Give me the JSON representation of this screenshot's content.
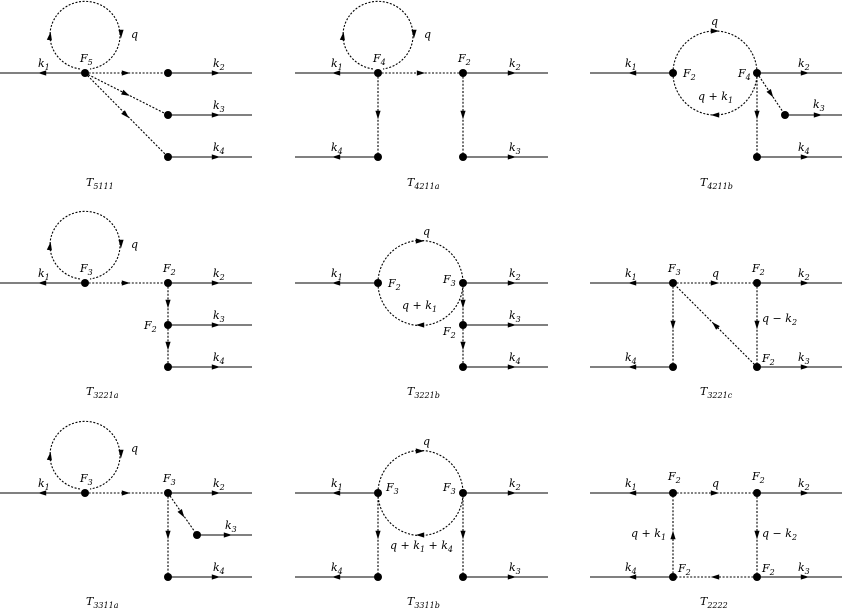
{
  "panels": [
    {
      "id": "T5111",
      "caption": "T5111",
      "loop_label": "q",
      "vertex": "F5",
      "legs": [
        "k1",
        "k2",
        "k3",
        "k4"
      ]
    },
    {
      "id": "T4211a",
      "caption": "T4211a",
      "loop_label": "q",
      "vertices": [
        "F4",
        "F2"
      ],
      "legs": [
        "k1",
        "k2",
        "k4",
        "k3"
      ]
    },
    {
      "id": "T4211b",
      "caption": "T4211b",
      "loop_labels": [
        "q",
        "q + k1"
      ],
      "vertices": [
        "F2",
        "F4"
      ],
      "legs": [
        "k1",
        "k2",
        "k3",
        "k4"
      ]
    },
    {
      "id": "T3221a",
      "caption": "T3221a",
      "loop_label": "q",
      "vertices": [
        "F3",
        "F2",
        "F2"
      ],
      "legs": [
        "k1",
        "k2",
        "k3",
        "k4"
      ]
    },
    {
      "id": "T3221b",
      "caption": "T3221b",
      "loop_labels": [
        "q",
        "q + k1"
      ],
      "vertices": [
        "F2",
        "F3",
        "F2"
      ],
      "legs": [
        "k1",
        "k2",
        "k3",
        "k4"
      ]
    },
    {
      "id": "T3221c",
      "caption": "T3221c",
      "line_labels": [
        "q",
        "q − k2"
      ],
      "vertices": [
        "F3",
        "F2",
        "F2"
      ],
      "legs": [
        "k1",
        "k2",
        "k4",
        "k3"
      ]
    },
    {
      "id": "T3311a",
      "caption": "T3311a",
      "loop_label": "q",
      "vertices": [
        "F3",
        "F3"
      ],
      "legs": [
        "k1",
        "k2",
        "k3",
        "k4"
      ]
    },
    {
      "id": "T3311b",
      "caption": "T3311b",
      "loop_labels": [
        "q",
        "q + k1 + k4"
      ],
      "vertices": [
        "F3",
        "F3"
      ],
      "legs": [
        "k1",
        "k2",
        "k4",
        "k3"
      ]
    },
    {
      "id": "T2222",
      "caption": "T2222",
      "line_labels": [
        "q",
        "q + k1",
        "q − k2"
      ],
      "vertices": [
        "F2",
        "F2",
        "F2",
        "F2"
      ],
      "legs": [
        "k1",
        "k2",
        "k4",
        "k3"
      ]
    }
  ]
}
